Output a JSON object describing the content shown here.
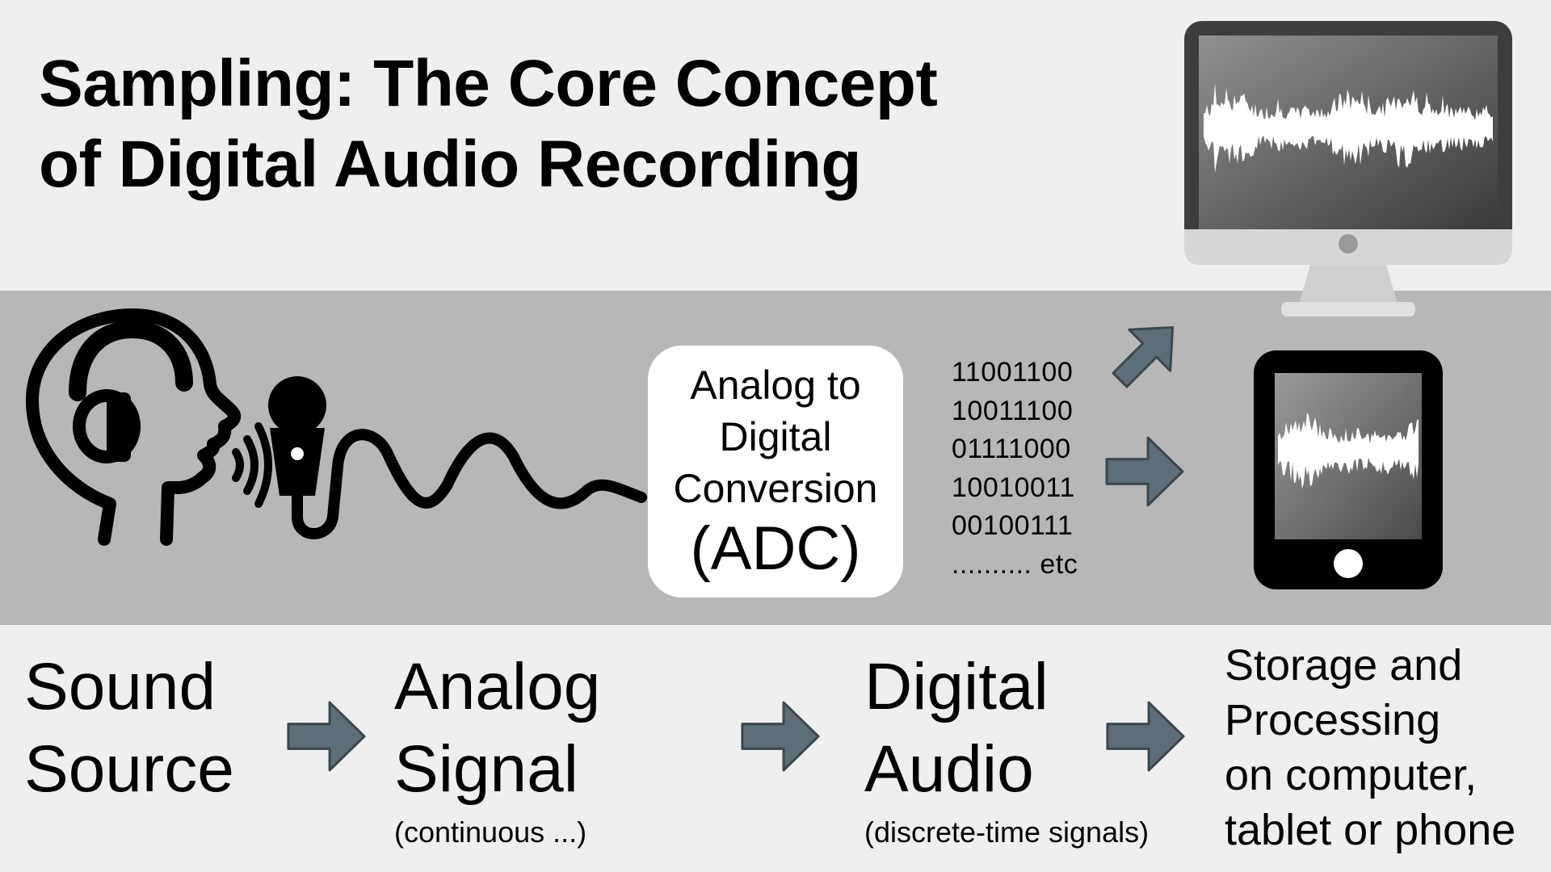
{
  "title": {
    "line1": "Sampling: The Core Concept",
    "line2": "of Digital Audio Recording"
  },
  "adc": {
    "line1": "Analog to",
    "line2": "Digital",
    "line3": "Conversion",
    "line4": "(ADC)"
  },
  "binary": [
    "11001100",
    "10011100",
    "01111000",
    "10010011",
    "00100111",
    "..........  etc"
  ],
  "stages": {
    "sound_source": {
      "line1": "Sound",
      "line2": "Source"
    },
    "analog_signal": {
      "line1": "Analog",
      "line2": "Signal",
      "note": "(continuous ...)"
    },
    "digital_audio": {
      "line1": "Digital",
      "line2": "Audio",
      "note": "(discrete-time signals)"
    },
    "storage": {
      "line1": "Storage and",
      "line2": "Processing",
      "line3": "on computer,",
      "line4": "tablet or phone"
    }
  },
  "icons": [
    "head-with-headphones-icon",
    "sound-waves-icon",
    "microphone-icon",
    "cable-wave-icon",
    "monitor-icon",
    "tablet-icon",
    "arrow-icon"
  ],
  "colors": {
    "background": "#efefef",
    "band": "#b7b7b7",
    "arrow": "#5d6e78",
    "adc_box": "#ffffff"
  }
}
